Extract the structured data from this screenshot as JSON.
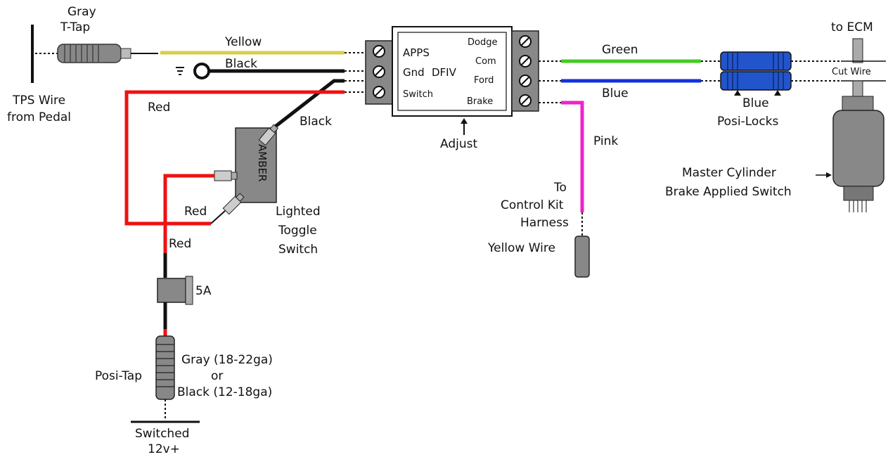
{
  "labels": {
    "gray_ttap_1": "Gray",
    "gray_ttap_2": "T-Tap",
    "tps_1": "TPS Wire",
    "tps_2": "from Pedal",
    "yellow": "Yellow",
    "black_top": "Black",
    "red_left": "Red",
    "black_toggle": "Black",
    "amber": "AMBER",
    "red_toggle": "Red",
    "red_lower": "Red",
    "toggle_1": "Lighted",
    "toggle_2": "Toggle",
    "toggle_3": "Switch",
    "fuse": "5A",
    "posi_tap": "Posi-Tap",
    "gauge_1": "Gray (18-22ga)",
    "gauge_2": "or",
    "gauge_3": "Black (12-18ga)",
    "switched_1": "Switched",
    "switched_2": "12v+",
    "module_apps": "APPS",
    "module_gnd": "Gnd",
    "module_dfiv": "DFIV",
    "module_switch": "Switch",
    "module_dodge": "Dodge",
    "module_com": "Com",
    "module_ford": "Ford",
    "module_brake": "Brake",
    "adjust": "Adjust",
    "green": "Green",
    "blue": "Blue",
    "pink": "Pink",
    "control_1": "To",
    "control_2": "Control Kit",
    "control_3": "Harness",
    "control_4": "Yellow Wire",
    "to_ecm": "to ECM",
    "cut_wire": "Cut Wire",
    "blue_posilocks_1": "Blue",
    "blue_posilocks_2": "Posi-Locks",
    "master_1": "Master Cylinder",
    "master_2": "Brake Applied Switch"
  },
  "colors": {
    "yellow": "#d8cd4a",
    "black": "#111111",
    "red": "#ee1111",
    "green": "#44cc22",
    "blue": "#1133dd",
    "pink": "#ee22cc",
    "gray": "#8a8a8a",
    "posilock": "#2255cc"
  }
}
